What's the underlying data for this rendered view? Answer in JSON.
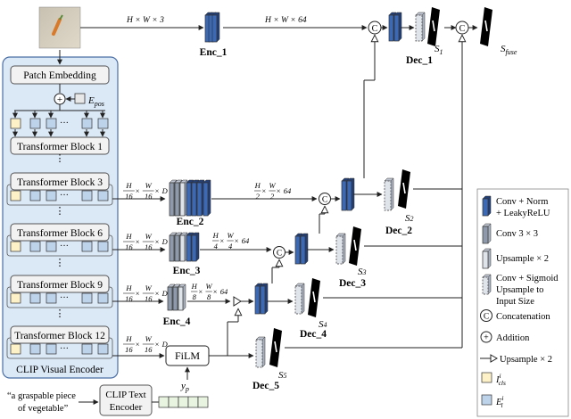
{
  "colors": {
    "encoder_bg": "#dbe8f6",
    "block_blue": "#3b69b5",
    "block_blue_dark": "#233f78",
    "block_gray": "#8e9aab",
    "block_light": "#dfe3ea",
    "cls_token": "#fdf1c8",
    "patch_token": "#bcd3ea",
    "text_token": "#e8f3e0",
    "line": "#222222"
  },
  "input_image": {
    "description_icon": "carrot-photo"
  },
  "encoder": {
    "title": "CLIP Visual Encoder",
    "patch_embedding": "Patch Embedding",
    "pos_label": "E",
    "pos_sub": "pos",
    "plus": "+",
    "blocks": [
      "Transformer Block 1",
      "Transformer Block 3",
      "Transformer Block 6",
      "Transformer Block 9",
      "Transformer Block 12"
    ],
    "dots": "⋮",
    "ellipsis": "···"
  },
  "top_path": {
    "label_in": "H × W × 3",
    "label_mid": "H × W × 64",
    "enc1": "Enc_1",
    "dec1": "Dec_1",
    "s1_label": "S",
    "s1_sub": "1",
    "sfuse_label": "S",
    "sfuse_sub": "fuse"
  },
  "stages": [
    {
      "enc": "Enc_2",
      "dec": "Dec_2",
      "s": "S",
      "s_sub": "2",
      "in_dims": "H/16 × W/16 × D",
      "out_dims": "H/2 × W/2 × 64"
    },
    {
      "enc": "Enc_3",
      "dec": "Dec_3",
      "s": "S",
      "s_sub": "3",
      "in_dims": "H/16 × W/16 × D",
      "out_dims": "H/4 × W/4 × 64"
    },
    {
      "enc": "Enc_4",
      "dec": "Dec_4",
      "s": "S",
      "s_sub": "4",
      "in_dims": "H/16 × W/16 × D",
      "out_dims": "H/8 × W/8 × 64"
    },
    {
      "enc": "",
      "dec": "Dec_5",
      "s": "S",
      "s_sub": "5",
      "in_dims": "H/16 × W/16 × D",
      "out_dims": ""
    }
  ],
  "film": {
    "label": "FiLM",
    "yp": "y",
    "yp_sub": "p"
  },
  "text_encoder": {
    "prompt_line1": "“a graspable piece",
    "prompt_line2": "of vegetable”",
    "label_line1": "CLIP Text",
    "label_line2": "Encoder"
  },
  "concat_symbol": "C",
  "legend": [
    {
      "icon": "conv-norm-leakyrelu-icon",
      "lines": [
        "Conv + Norm",
        "+ LeakyReLU"
      ]
    },
    {
      "icon": "conv3x3-icon",
      "lines": [
        "Conv 3 × 3"
      ]
    },
    {
      "icon": "upsample2-icon",
      "lines": [
        "Upsample × 2"
      ]
    },
    {
      "icon": "conv-sigmoid-upsample-icon",
      "lines": [
        "Conv + Sigmoid",
        "Upsample to",
        "Input Size"
      ]
    },
    {
      "icon": "concatenation-icon",
      "lines": [
        "Concatenation"
      ]
    },
    {
      "icon": "addition-icon",
      "lines": [
        "Addition"
      ]
    },
    {
      "icon": "upsample-arrow-icon",
      "lines": [
        "Upsample × 2"
      ]
    },
    {
      "icon": "cls-token-icon",
      "lines": [
        "I"
      ],
      "sup": "i",
      "sub": "cls"
    },
    {
      "icon": "patch-token-icon",
      "lines": [
        "E"
      ],
      "sup": "i",
      "sub": "l"
    }
  ]
}
